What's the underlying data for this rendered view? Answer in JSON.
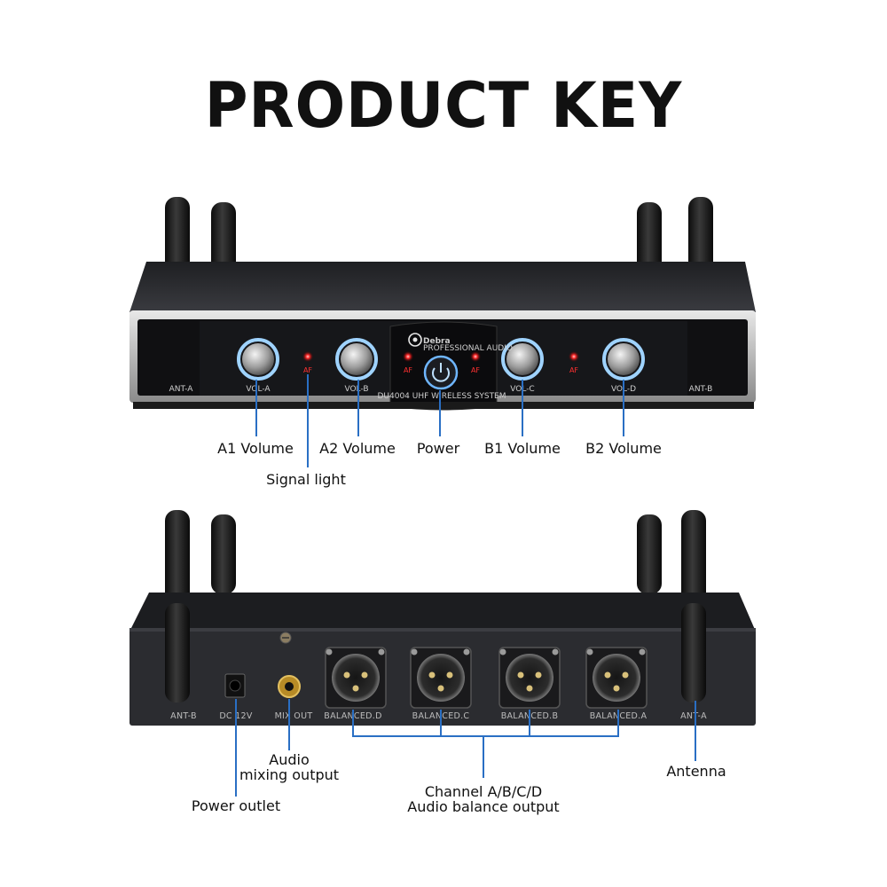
{
  "title": "PRODUCT KEY",
  "front_panel": {
    "brand": "Debra",
    "brand_sub": "PROFESSIONAL AUDIO",
    "model_text": "DU4004 UHF WIRELESS SYSTEM",
    "antenna_left": "ANT-A",
    "antenna_right": "ANT-B",
    "knob_labels": [
      "VOL-A",
      "VOL-B",
      "VOL-C",
      "VOL-D"
    ],
    "led_label": "AF",
    "callouts": {
      "a1_volume": "A1 Volume",
      "a2_volume": "A2 Volume",
      "power": "Power",
      "b1_volume": "B1 Volume",
      "b2_volume": "B2 Volume",
      "signal_light": "Signal light"
    }
  },
  "rear_panel": {
    "labels": {
      "ant_b": "ANT-B",
      "dc": "DC 12V",
      "mix_out": "MIX OUT",
      "balanced_d": "BALANCED.D",
      "balanced_c": "BALANCED.C",
      "balanced_b": "BALANCED.B",
      "balanced_a": "BALANCED.A",
      "ant_a": "ANT-A"
    },
    "callouts": {
      "audio_mixing_line1": "Audio",
      "audio_mixing_line2": "mixing output",
      "power_outlet": "Power outlet",
      "channel_line1": "Channel A/B/C/D",
      "channel_line2": "Audio balance output",
      "antenna": "Antenna"
    }
  },
  "colors": {
    "callout_line": "#2a6fc4",
    "led": "#ff2a2a",
    "knob_ring": "#9fd3ff",
    "device_body": "#2b2c30"
  }
}
